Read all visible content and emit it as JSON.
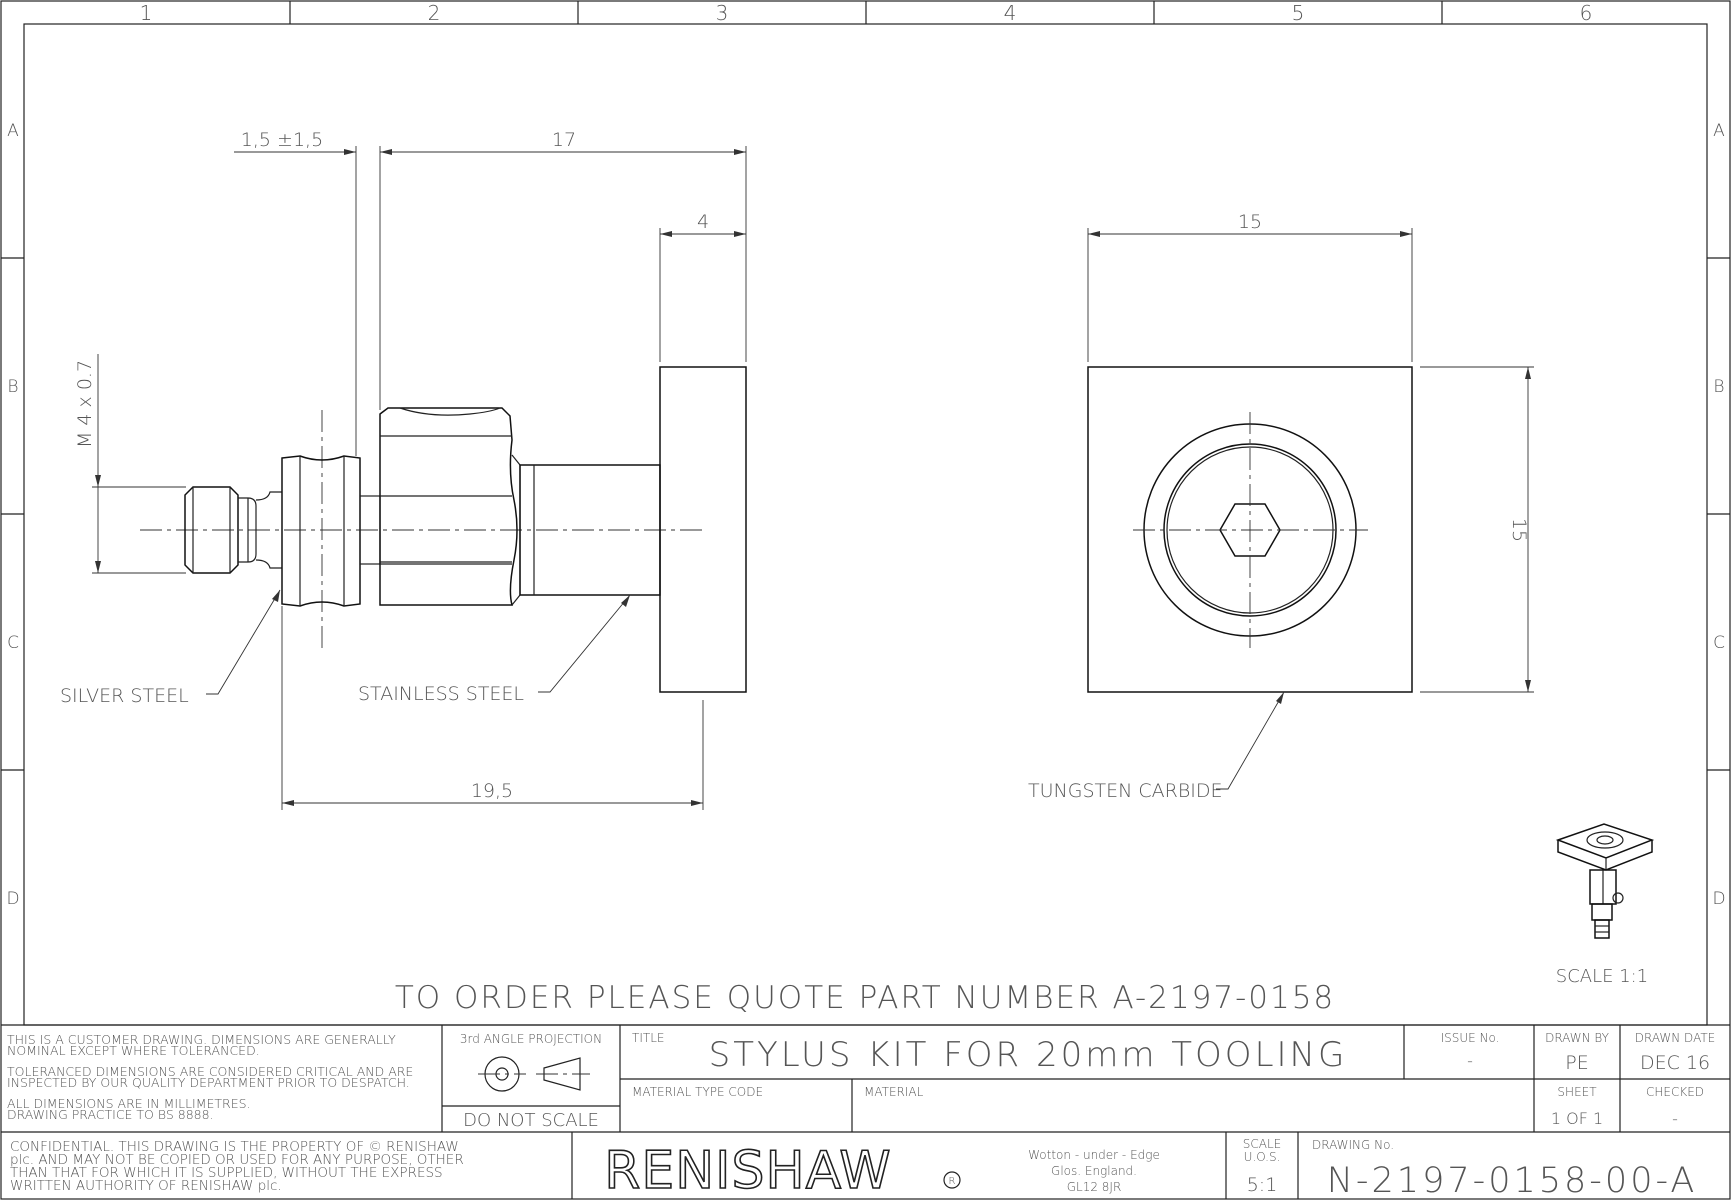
{
  "frame": {
    "columns": [
      "1",
      "2",
      "3",
      "4",
      "5",
      "6"
    ],
    "rows": [
      "A",
      "B",
      "C",
      "D"
    ]
  },
  "dimensions": {
    "thread": "M 4 x 0.7",
    "offset": "1,5 ±1,5",
    "length_17": "17",
    "thickness_4": "4",
    "length_19_5": "19,5",
    "width_15": "15",
    "height_15": "15"
  },
  "callouts": {
    "silver_steel": "SILVER STEEL",
    "stainless_steel": "STAINLESS STEEL",
    "tungsten_carbide": "TUNGSTEN CARBIDE"
  },
  "iso_view": {
    "scale_label": "SCALE 1:1"
  },
  "order_note": "TO ORDER PLEASE QUOTE PART NUMBER A-2197-0158",
  "title_block": {
    "notes": [
      "THIS IS A CUSTOMER DRAWING. DIMENSIONS ARE GENERALLY",
      "NOMINAL EXCEPT WHERE TOLERANCED.",
      "TOLERANCED DIMENSIONS ARE CONSIDERED CRITICAL AND ARE",
      "INSPECTED BY OUR QUALITY DEPARTMENT PRIOR TO DESPATCH.",
      "ALL DIMENSIONS ARE IN MILLIMETRES.",
      "DRAWING PRACTICE TO BS 8888."
    ],
    "projection_label": "3rd ANGLE PROJECTION",
    "do_not_scale": "DO NOT SCALE",
    "title_label": "TITLE",
    "title": "STYLUS KIT FOR 20mm TOOLING",
    "issue_label": "ISSUE No.",
    "issue_value": "-",
    "drawn_by_label": "DRAWN BY",
    "drawn_by": "PE",
    "drawn_date_label": "DRAWN DATE",
    "drawn_date": "DEC 16",
    "material_type_label": "MATERIAL TYPE CODE",
    "material_label": "MATERIAL",
    "sheet_label": "SHEET",
    "sheet_value": "1 OF 1",
    "checked_label": "CHECKED",
    "checked_value": "-",
    "confidential": [
      "CONFIDENTIAL. THIS DRAWING IS THE PROPERTY OF © RENISHAW",
      "plc. AND MAY NOT BE COPIED OR USED FOR ANY PURPOSE, OTHER",
      "THAN THAT FOR WHICH IT IS SUPPLIED, WITHOUT THE EXPRESS",
      "WRITTEN AUTHORITY OF RENISHAW plc."
    ],
    "company": "RENISHAW",
    "address": [
      "Wotton - under - Edge",
      "Glos. England.",
      "GL12 8JR"
    ],
    "scale_label": "SCALE",
    "uos_label": "U.O.S.",
    "scale_value": "5:1",
    "drawing_no_label": "DRAWING No.",
    "drawing_no": "N-2197-0158-00-A"
  }
}
